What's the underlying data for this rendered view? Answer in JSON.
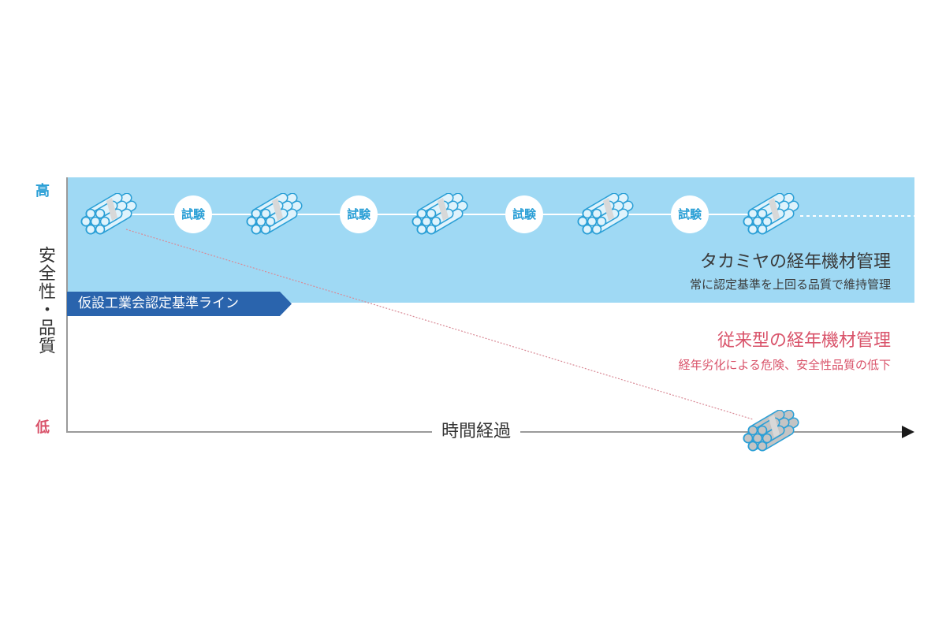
{
  "axis": {
    "y_high": "高",
    "y_low": "低",
    "y_label": "安全性・品質",
    "x_label": "時間経過"
  },
  "baseline_badge": "仮設工業会認定基準ライン",
  "tests": [
    "試験",
    "試験",
    "試験",
    "試験"
  ],
  "takamiya": {
    "title": "タカミヤの経年機材管理",
    "subtitle": "常に認定基準を上回る品質で維持管理"
  },
  "conventional": {
    "title": "従来型の経年機材管理",
    "subtitle": "経年劣化による危険、安全性品質の低下"
  },
  "colors": {
    "band": "#9fd9f4",
    "badge": "#2a64ad",
    "accent_blue": "#2a9fd6",
    "accent_red": "#d9536a"
  }
}
